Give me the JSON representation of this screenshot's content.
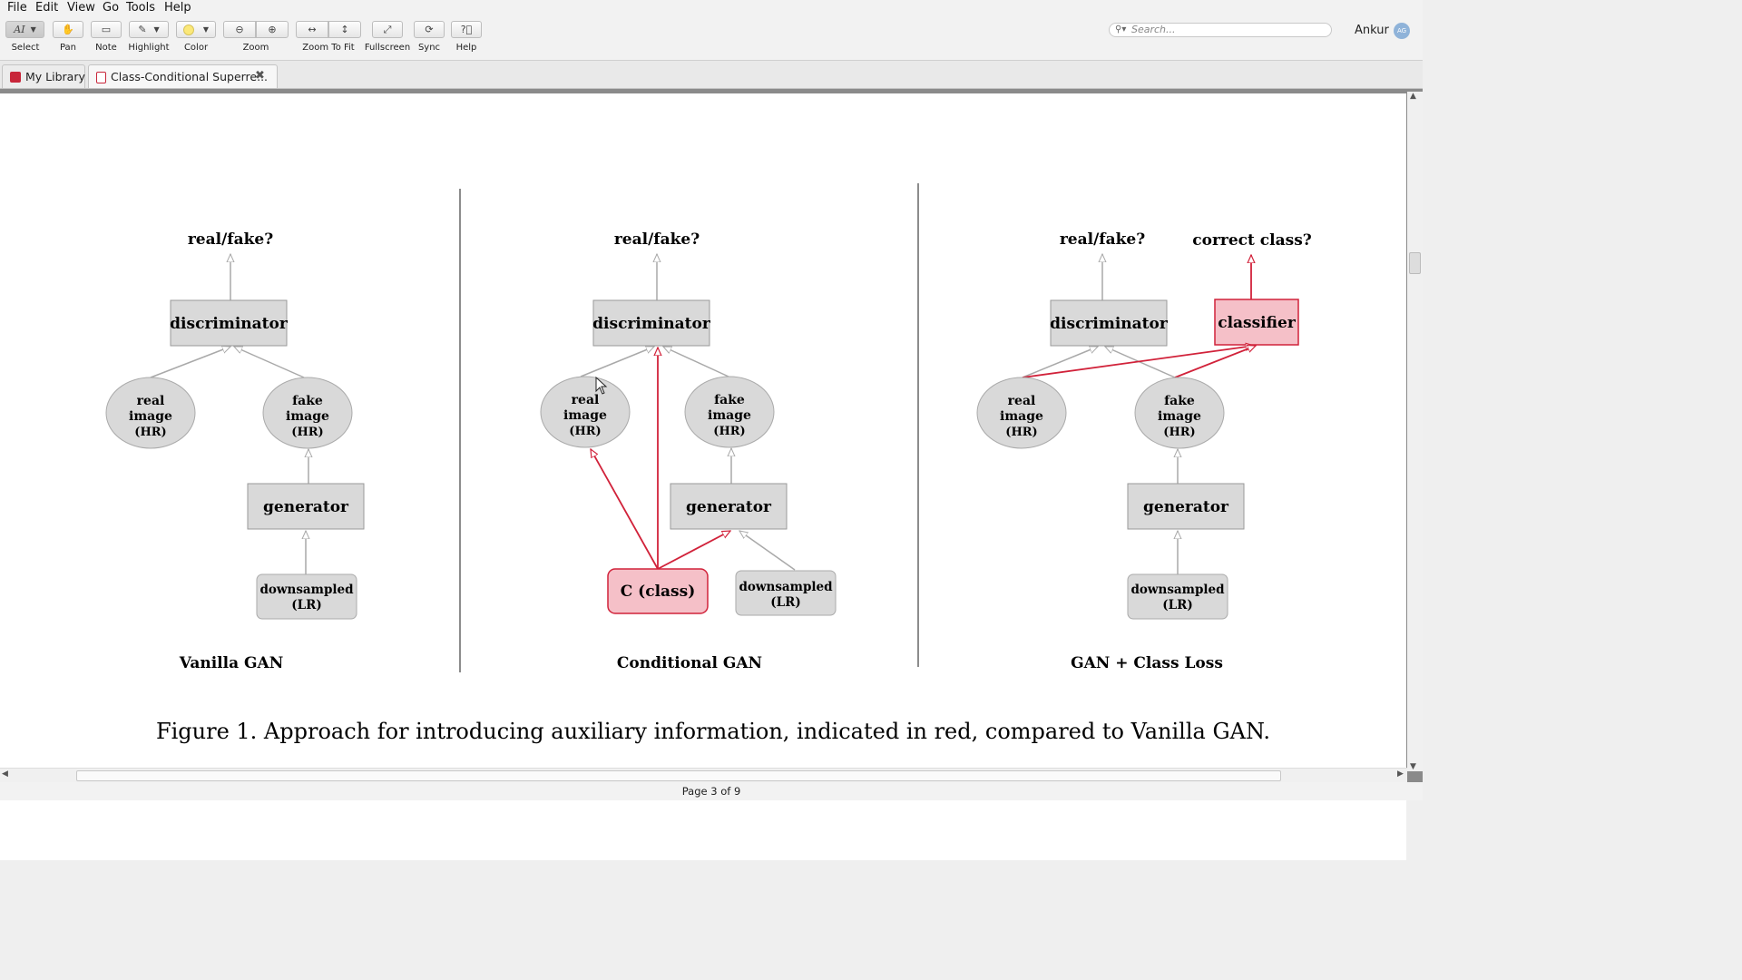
{
  "menu": [
    "File",
    "Edit",
    "View",
    "Go",
    "Tools",
    "Help"
  ],
  "toolbar": {
    "select": "Select",
    "pan": "Pan",
    "note": "Note",
    "highlight": "Highlight",
    "color": "Color",
    "zoom": "Zoom",
    "zoom_to_fit": "Zoom To Fit",
    "fullscreen": "Fullscreen",
    "sync": "Sync",
    "help": "Help",
    "select_icon_text": "AI",
    "search_placeholder": "Search...",
    "user_name": "Ankur",
    "avatar_initials": "AG"
  },
  "tabs": [
    {
      "label": "My Library",
      "active": false
    },
    {
      "label": "Class-Conditional Superre...",
      "active": true
    }
  ],
  "figure": {
    "panels": [
      {
        "title": "Vanilla GAN"
      },
      {
        "title": "Conditional GAN"
      },
      {
        "title": "GAN + Class Loss"
      }
    ],
    "labels": {
      "real_fake": "real/fake?",
      "correct_class": "correct class?",
      "discriminator": "discriminator",
      "classifier": "classifier",
      "generator": "generator",
      "real_image": [
        "real",
        "image",
        "(HR)"
      ],
      "fake_image": [
        "fake",
        "image",
        "(HR)"
      ],
      "downsampled": [
        "downsampled",
        "(LR)"
      ],
      "class_node": "C (class)"
    },
    "caption": "Figure 1. Approach for introducing auxiliary information, indicated in red, compared to Vanilla GAN.",
    "colors": {
      "auxiliary": "#d1223a",
      "aux_fill": "#f5c0c8",
      "box_fill": "#d9d9d9",
      "arrow": "#a9a9a9"
    }
  },
  "status": {
    "page_indicator": "Page 3 of 9"
  }
}
